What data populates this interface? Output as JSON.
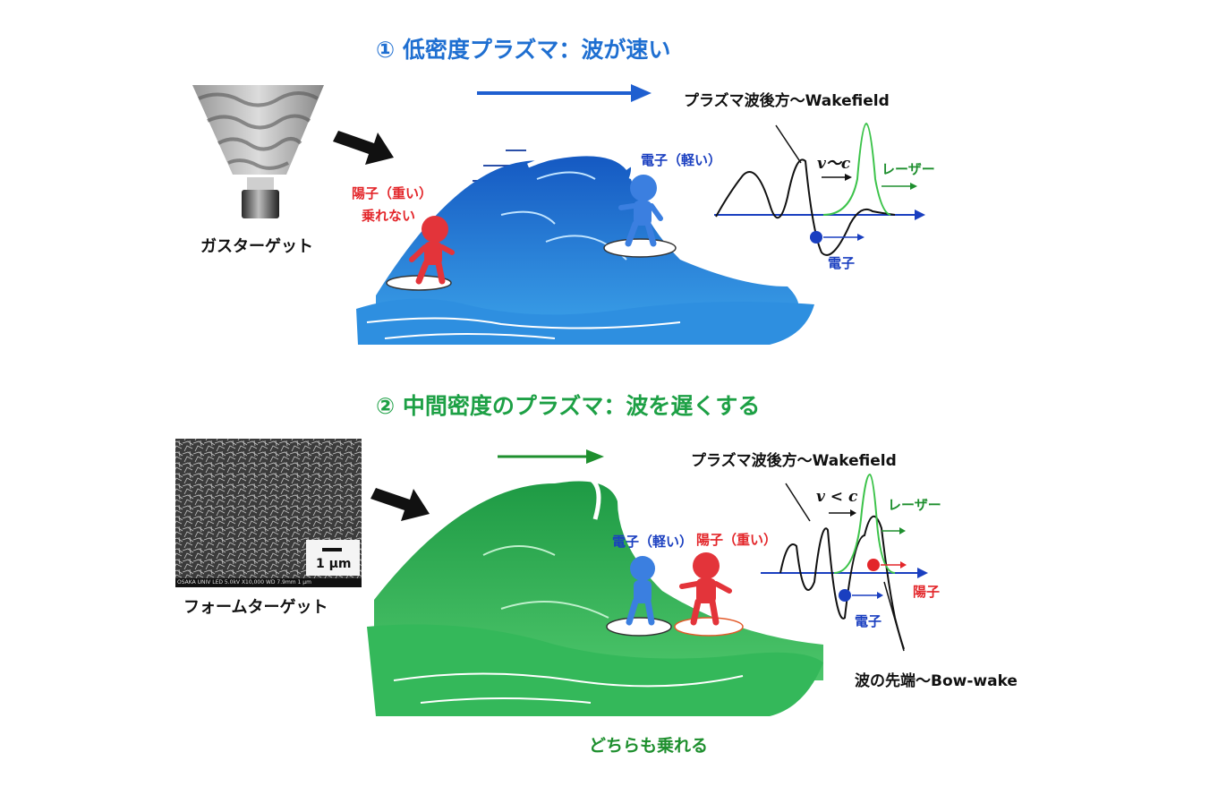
{
  "panel1": {
    "title": "① 低密度プラズマ：波が速い",
    "target_label": "ガスターゲット",
    "wakefield_label": "プラズマ波後方〜Wakefield",
    "speed_label": "v〜c",
    "laser_label": "レーザー",
    "electron_label": "電子",
    "electron_surfer_label": "電子（軽い）",
    "proton_surfer_label_line1": "陽子（重い）",
    "proton_surfer_label_line2": "乗れない"
  },
  "panel2": {
    "title": "② 中間密度のプラズマ：波を遅くする",
    "target_label": "フォームターゲット",
    "scale_bar_label": "1 μm",
    "sem_footer": "OSAKA UNIV   LED   5.0kV   X10,000   WD 7.9mm   1 μm",
    "wakefield_label": "プラズマ波後方〜Wakefield",
    "speed_label": "v < c",
    "laser_label": "レーザー",
    "electron_label": "電子",
    "proton_label": "陽子",
    "electron_surfer_label": "電子（軽い）",
    "proton_surfer_label": "陽子（重い）",
    "bow_wake_label": "波の先端〜Bow-wake",
    "conclusion": "どちらも乗れる"
  },
  "colors": {
    "blue_title": "#1f6fd1",
    "green_title": "#1da045",
    "wave_blue": "#1e7fd6",
    "wave_green": "#2bb04f",
    "proton_red": "#e3262a",
    "electron_blue": "#1a3fc0",
    "laser_green": "#3cc34a"
  },
  "icons": {
    "gas_nozzle": "gas-nozzle-icon",
    "black_arrow": "arrow-right-icon",
    "surfer": "surfer-figure-icon"
  }
}
